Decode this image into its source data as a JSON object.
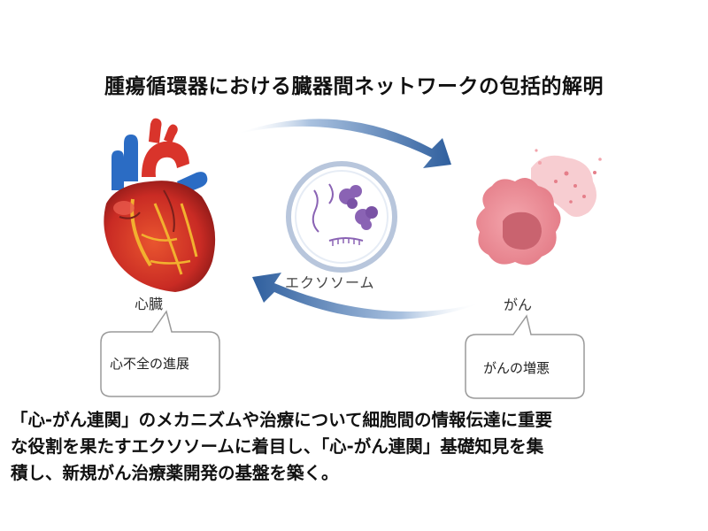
{
  "title": "腫瘍循環器における臓器間ネットワークの包括的解明",
  "nodes": {
    "heart_label": "心臓",
    "exosome_label": "エクソソーム",
    "cancer_label": "がん"
  },
  "bubbles": {
    "heart_outcome": "心不全の進展",
    "cancer_outcome": "がんの増悪"
  },
  "description": {
    "line1": "「心-がん連関」のメカニズムや治療について細胞間の情報伝達に重要",
    "line2": "な役割を果たすエクソソームに着目し、「心-がん連関」基礎知見を集",
    "line3": "積し、新規がん治療薬開発の基盤を築く。"
  },
  "colors": {
    "arrow": "#2f5f9e",
    "heart_red": "#d9342b",
    "vessel_blue": "#2b6cc4",
    "cancer_pink": "#ee8f97",
    "exosome_purple": "#8a63b4",
    "circle_border": "#b8c6dc"
  },
  "icons": [
    "heart-illustration",
    "exosome-icon",
    "cancer-cell-illustration",
    "cycle-arrows"
  ]
}
